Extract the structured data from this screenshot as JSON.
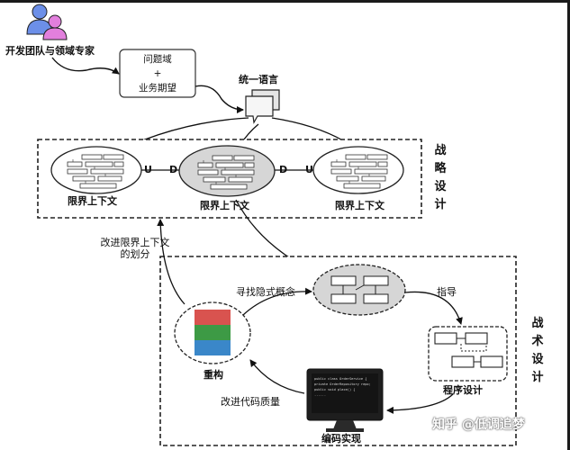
{
  "team": {
    "label": "开发团队与领域专家"
  },
  "problem_box": {
    "line1": "问题域",
    "line2": "+",
    "line3": "业务期望"
  },
  "ubiquitous_language": {
    "label": "统一语言"
  },
  "strategic": {
    "vertical_label": "战略设计",
    "contexts": [
      "限界上下文",
      "限界上下文",
      "限界上下文"
    ],
    "relation_left": [
      "U",
      "D"
    ],
    "relation_right": [
      "D",
      "U"
    ]
  },
  "improve_context": {
    "line1": "改进限界上下文",
    "line2": "的划分"
  },
  "tactical": {
    "vertical_label": "战术设计",
    "find_concepts": "寻找隐式概念",
    "guide": "指导",
    "program_design": "程序设计",
    "refactor": "重构",
    "improve_quality": "改进代码质量",
    "coding": "编码实现",
    "code_lines": [
      "public class OrderService {",
      "private OrderRepository repo;",
      "public void place() {",
      "......"
    ]
  },
  "watermark": "知乎 @低调追梦",
  "colors": {
    "ellipse_fill": "#d6d6d6",
    "stack_red": "#d9534f",
    "stack_green": "#3d9a45",
    "stack_blue": "#3a87c9",
    "person_blue": "#6c8fe8",
    "person_pink": "#e27fdd"
  }
}
